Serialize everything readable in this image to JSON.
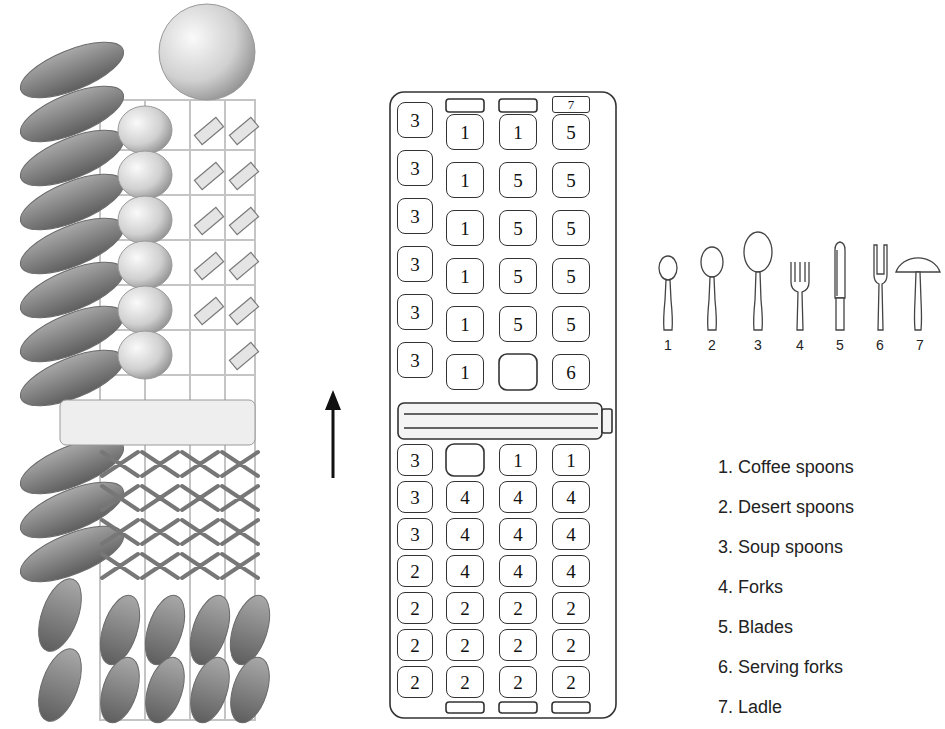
{
  "diagram": {
    "nodes": [
      {
        "text": [
          "7"
        ]
      },
      {
        "text": [
          "3"
        ]
      },
      {
        "text": [
          "1"
        ]
      },
      {
        "text": [
          "1"
        ]
      },
      {
        "text": [
          "5"
        ]
      },
      {
        "text": [
          "3"
        ]
      },
      {
        "text": [
          "1"
        ]
      },
      {
        "text": [
          "5"
        ]
      },
      {
        "text": [
          "5"
        ]
      },
      {
        "text": [
          "3"
        ]
      },
      {
        "text": [
          "1"
        ]
      },
      {
        "text": [
          "5"
        ]
      },
      {
        "text": [
          "5"
        ]
      },
      {
        "text": [
          "3"
        ]
      },
      {
        "text": [
          "1"
        ]
      },
      {
        "text": [
          "5"
        ]
      },
      {
        "text": [
          "5"
        ]
      },
      {
        "text": [
          "3"
        ]
      },
      {
        "text": [
          "1"
        ]
      },
      {
        "text": [
          "5"
        ]
      },
      {
        "text": [
          "5"
        ]
      },
      {
        "text": [
          "3"
        ]
      },
      {
        "text": [
          "1"
        ]
      },
      {
        "text": [
          "6"
        ]
      },
      {
        "text": [
          "3"
        ]
      },
      {
        "text": [
          "1"
        ]
      },
      {
        "text": [
          "1"
        ]
      },
      {
        "text": [
          "3"
        ]
      },
      {
        "text": [
          "4"
        ]
      },
      {
        "text": [
          "4"
        ]
      },
      {
        "text": [
          "4"
        ]
      },
      {
        "text": [
          "3"
        ]
      },
      {
        "text": [
          "4"
        ]
      },
      {
        "text": [
          "4"
        ]
      },
      {
        "text": [
          "4"
        ]
      },
      {
        "text": [
          "2"
        ]
      },
      {
        "text": [
          "4"
        ]
      },
      {
        "text": [
          "4"
        ]
      },
      {
        "text": [
          "4"
        ]
      },
      {
        "text": [
          "2"
        ]
      },
      {
        "text": [
          "2"
        ]
      },
      {
        "text": [
          "2"
        ]
      },
      {
        "text": [
          "2"
        ]
      },
      {
        "text": [
          "2"
        ]
      },
      {
        "text": [
          "2"
        ]
      },
      {
        "text": [
          "2"
        ]
      },
      {
        "text": [
          "2"
        ]
      },
      {
        "text": [
          "2"
        ]
      },
      {
        "text": [
          "2"
        ]
      },
      {
        "text": [
          "2"
        ]
      },
      {
        "text": [
          "2"
        ]
      }
    ],
    "labels": [
      "1",
      "2",
      "3",
      "4",
      "5",
      "6",
      "7",
      "1. Coffee spoons",
      "2. Desert spoons",
      "3. Soup spoons",
      "4. Forks",
      "5. Blades",
      "6. Serving forks",
      "7. Ladle"
    ]
  }
}
